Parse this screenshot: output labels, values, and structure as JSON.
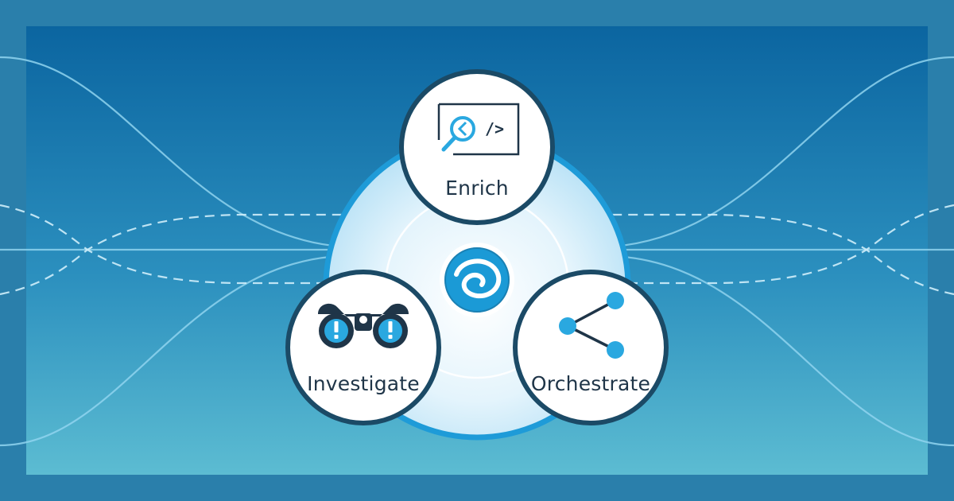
{
  "colors": {
    "frame": "#2a7fab",
    "gradient_top": "#0c68a0",
    "gradient_bottom": "#5ab9d0",
    "circle_border": "#1b4a66",
    "icon_blue": "#2aa8e0",
    "icon_dark": "#1f3548"
  },
  "nodes": {
    "enrich": {
      "label": "Enrich",
      "icon": "code-search-icon"
    },
    "investigate": {
      "label": "Investigate",
      "icon": "binoculars-alert-icon"
    },
    "orchestrate": {
      "label": "Orchestrate",
      "icon": "share-network-icon"
    }
  },
  "center": {
    "icon": "swirl-logo-icon"
  }
}
